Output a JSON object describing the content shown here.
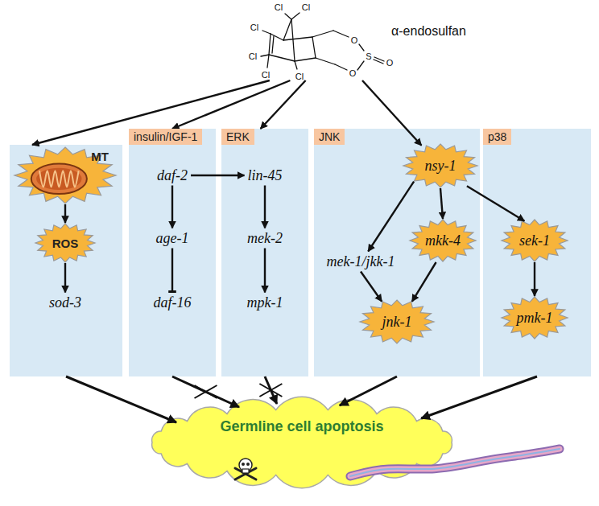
{
  "diagram": {
    "nodes": [
      {
        "text": [
          "α-endosulfan"
        ]
      },
      {
        "text": []
      },
      {
        "text": [
          "MT"
        ],
        "in": 1
      },
      {
        "text": [
          "ROS"
        ],
        "in": 1
      },
      {
        "text": [
          "sod-3"
        ],
        "in": 1
      },
      {
        "text": [
          "insulin/IGF-1"
        ]
      },
      {
        "text": [
          "daf-2"
        ],
        "in": 5
      },
      {
        "text": [
          "age-1"
        ],
        "in": 5
      },
      {
        "text": [
          "daf-16"
        ],
        "in": 5
      },
      {
        "text": [
          "ERK"
        ]
      },
      {
        "text": [
          "lin-45"
        ],
        "in": 9
      },
      {
        "text": [
          "mek-2"
        ],
        "in": 9
      },
      {
        "text": [
          "mpk-1"
        ],
        "in": 9
      },
      {
        "text": [
          "JNK"
        ]
      },
      {
        "text": [
          "nsy-1"
        ],
        "in": 13
      },
      {
        "text": [
          "mek-1/jkk-1"
        ],
        "in": 13
      },
      {
        "text": [
          "mkk-4"
        ],
        "in": 13
      },
      {
        "text": [
          "jnk-1"
        ],
        "in": 13
      },
      {
        "text": [
          "p38"
        ]
      },
      {
        "text": [
          "sek-1"
        ],
        "in": 18
      },
      {
        "text": [
          "pmk-1"
        ],
        "in": 18
      },
      {
        "text": [
          "Germline cell apoptosis"
        ]
      }
    ],
    "edges": [
      {
        "from": 0,
        "to": 1,
        "arrow": "to"
      },
      {
        "from": 0,
        "to": 5,
        "arrow": "to"
      },
      {
        "from": 0,
        "to": 9,
        "arrow": "to"
      },
      {
        "from": 0,
        "to": 14,
        "arrow": "to"
      },
      {
        "from": 2,
        "to": 3,
        "arrow": "to"
      },
      {
        "from": 3,
        "to": 4,
        "arrow": "to"
      },
      {
        "from": 6,
        "to": 7,
        "arrow": "to"
      },
      {
        "from": 7,
        "to": 8,
        "arrow": "to"
      },
      {
        "from": 6,
        "to": 10,
        "arrow": "to"
      },
      {
        "from": 10,
        "to": 11,
        "arrow": "to"
      },
      {
        "from": 11,
        "to": 12,
        "arrow": "to"
      },
      {
        "from": 14,
        "to": 15,
        "arrow": "to"
      },
      {
        "from": 14,
        "to": 16,
        "arrow": "to"
      },
      {
        "from": 14,
        "to": 19,
        "arrow": "to"
      },
      {
        "from": 15,
        "to": 17,
        "arrow": "to"
      },
      {
        "from": 16,
        "to": 17,
        "arrow": "to"
      },
      {
        "from": 19,
        "to": 20,
        "arrow": "to"
      },
      {
        "from": 1,
        "to": 21,
        "arrow": "to"
      },
      {
        "from": 5,
        "to": 21,
        "arrow": "to"
      },
      {
        "from": 9,
        "to": 21,
        "arrow": "to"
      },
      {
        "from": 13,
        "to": 21,
        "arrow": "to"
      },
      {
        "from": 18,
        "to": 21,
        "arrow": "to"
      }
    ],
    "labels": [
      "Cl",
      "Cl",
      "Cl",
      "Cl",
      "Cl",
      "Cl",
      "O",
      "S",
      "O",
      "O"
    ]
  }
}
